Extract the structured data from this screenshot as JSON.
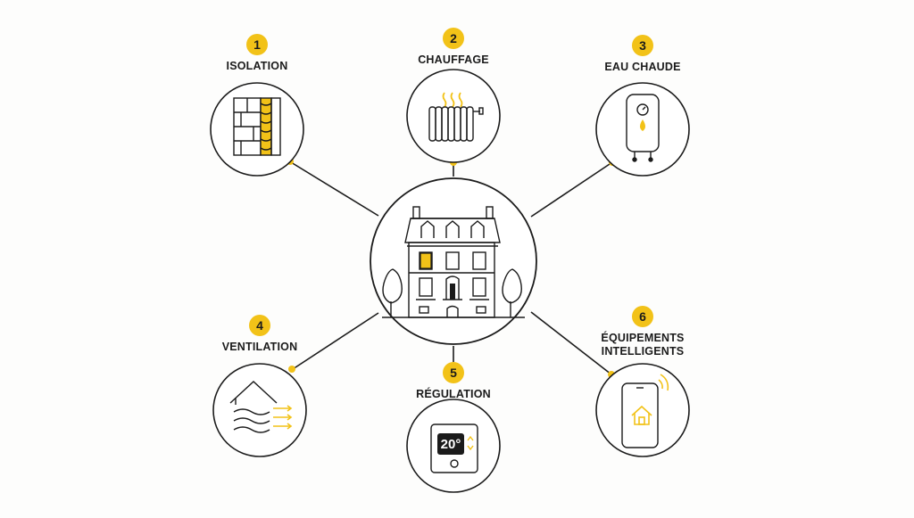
{
  "colors": {
    "accent": "#f2c218",
    "ink": "#1b1b1b",
    "background": "#fdfdfc"
  },
  "center": {
    "icon": "house-building-icon"
  },
  "items": [
    {
      "number": "1",
      "label": "ISOLATION",
      "icon": "insulation-wall-icon"
    },
    {
      "number": "2",
      "label": "CHAUFFAGE",
      "icon": "radiator-icon"
    },
    {
      "number": "3",
      "label": "EAU CHAUDE",
      "icon": "water-heater-icon"
    },
    {
      "number": "4",
      "label": "VENTILATION",
      "icon": "ventilation-icon"
    },
    {
      "number": "5",
      "label": "RÉGULATION",
      "icon": "thermostat-icon",
      "display": "20°"
    },
    {
      "number": "6",
      "label_line1": "ÉQUIPEMENTS",
      "label_line2": "INTELLIGENTS",
      "icon": "smartphone-home-icon"
    }
  ]
}
